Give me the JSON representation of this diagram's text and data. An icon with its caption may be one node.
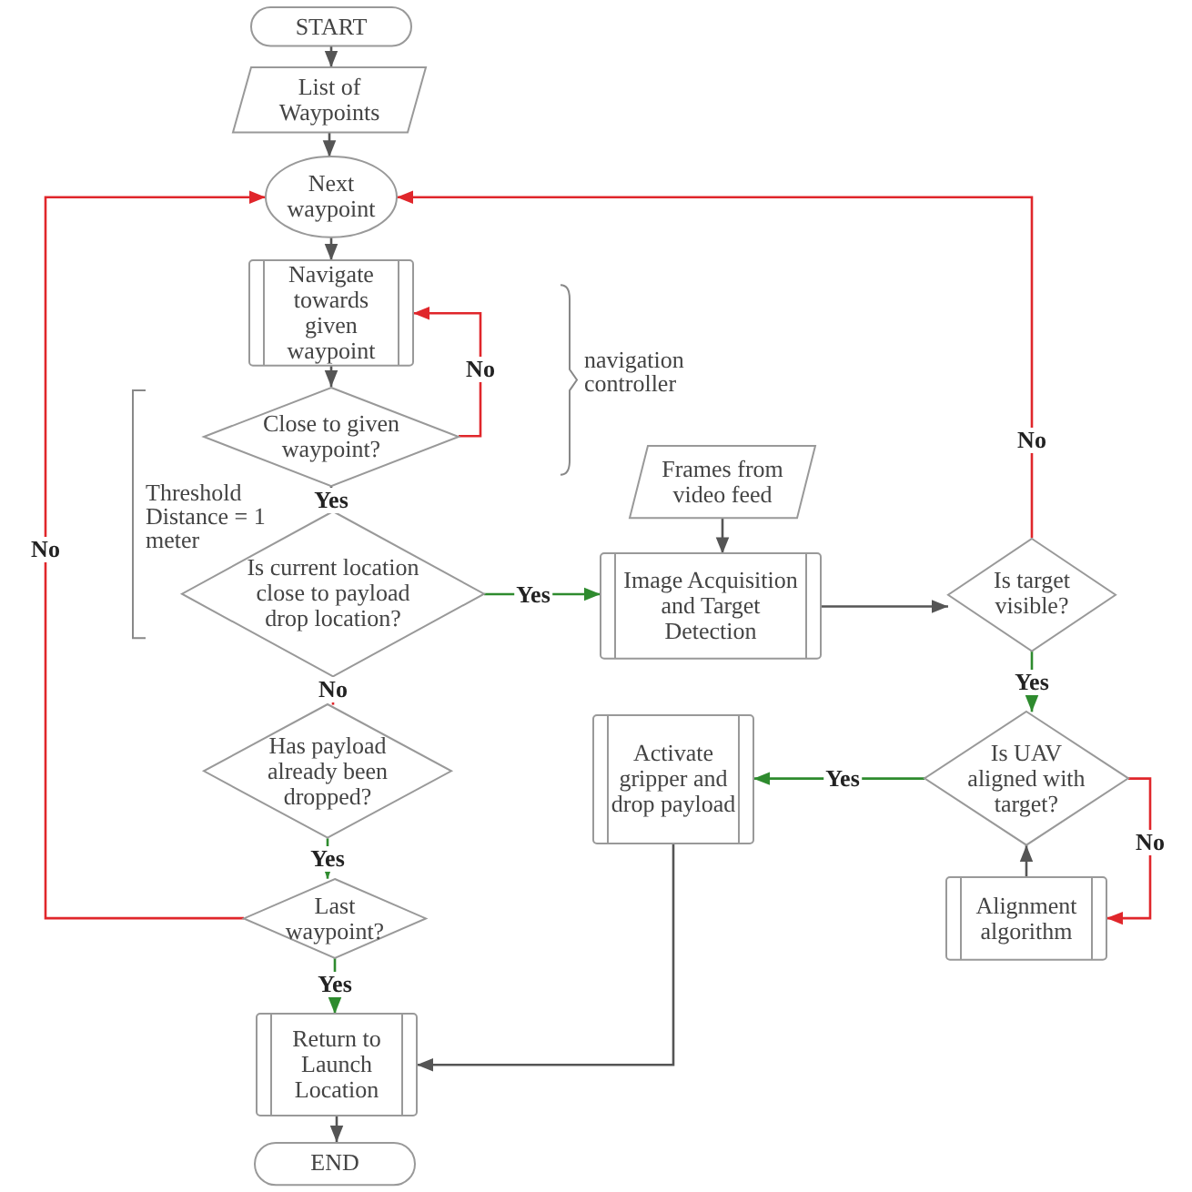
{
  "diagram": {
    "nodes": [
      {
        "text": [
          "START"
        ]
      },
      {
        "text": [
          "List of Waypoints"
        ]
      },
      {
        "text": [
          "Next waypoint"
        ]
      },
      {
        "text": [
          "Navigate towards given waypoint"
        ]
      },
      {
        "text": [
          "Close to given waypoint?"
        ]
      },
      {
        "text": [
          "Is current location close to payload drop location?"
        ]
      },
      {
        "text": [
          "Frames from video feed"
        ]
      },
      {
        "text": [
          "Image Acquisition and Target Detection"
        ]
      },
      {
        "text": [
          "Is target visible?"
        ]
      },
      {
        "text": [
          "Has payload already been dropped?"
        ]
      },
      {
        "text": [
          "Activate gripper and drop payload"
        ]
      },
      {
        "text": [
          "Is UAV aligned with target?"
        ]
      },
      {
        "text": [
          "Last waypoint?"
        ]
      },
      {
        "text": [
          "Alignment algorithm"
        ]
      },
      {
        "text": [
          "Return to Launch Location"
        ]
      },
      {
        "text": [
          "END"
        ]
      }
    ],
    "edges": [
      {
        "from": 0,
        "to": 1,
        "arrow": "to"
      },
      {
        "from": 1,
        "to": 2,
        "arrow": "to"
      },
      {
        "from": 2,
        "to": 3,
        "arrow": "to"
      },
      {
        "from": 3,
        "to": 4,
        "arrow": "to"
      },
      {
        "from": 4,
        "to": 3,
        "arrow": "to",
        "label": "No",
        "color": "#e0262b"
      },
      {
        "from": 4,
        "to": 5,
        "arrow": "to",
        "label": "Yes"
      },
      {
        "from": 5,
        "to": 7,
        "arrow": "to",
        "label": "Yes",
        "color": "#2e8b2e"
      },
      {
        "from": 5,
        "to": 9,
        "arrow": "to",
        "label": "No",
        "color": "#e0262b"
      },
      {
        "from": 6,
        "to": 7,
        "arrow": "to"
      },
      {
        "from": 7,
        "to": 8,
        "arrow": "to"
      },
      {
        "from": 8,
        "to": 2,
        "arrow": "to",
        "label": "No",
        "color": "#e0262b"
      },
      {
        "from": 8,
        "to": 11,
        "arrow": "to",
        "label": "Yes",
        "color": "#2e8b2e"
      },
      {
        "from": 11,
        "to": 10,
        "arrow": "to",
        "label": "Yes",
        "color": "#2e8b2e"
      },
      {
        "from": 11,
        "to": 13,
        "arrow": "to",
        "label": "No",
        "color": "#e0262b"
      },
      {
        "from": 13,
        "to": 11,
        "arrow": "to"
      },
      {
        "from": 9,
        "to": 12,
        "arrow": "to",
        "label": "Yes",
        "color": "#2e8b2e"
      },
      {
        "from": 12,
        "to": 2,
        "arrow": "to",
        "label": "No",
        "color": "#e0262b"
      },
      {
        "from": 12,
        "to": 14,
        "arrow": "to",
        "label": "Yes",
        "color": "#2e8b2e"
      },
      {
        "from": 10,
        "to": 14,
        "arrow": "to"
      },
      {
        "from": 14,
        "to": 15,
        "arrow": "to"
      }
    ],
    "labels": [
      "Threshold Distance = 1 meter",
      "navigation controller"
    ]
  }
}
